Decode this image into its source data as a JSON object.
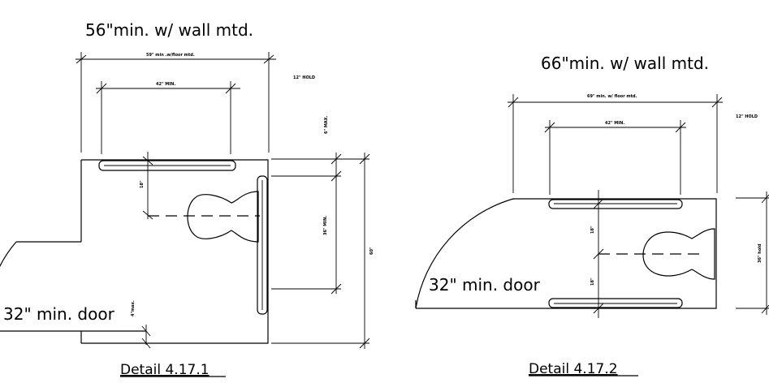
{
  "detail1": {
    "heading": "56\"min. w/ wall mtd.",
    "width_dim": "59\" min .w/floor mtd.",
    "bar_dim": "42\" MIN.",
    "hold_note": "12\" HOLD",
    "max_note": "6\" MAX.",
    "side_dim_18": "18\"",
    "side_dim_36": "36\" MIN.",
    "depth_dim": "60\"",
    "door_label": "32\" min. door",
    "wall_note": "4\"max.",
    "title": "Detail 4.17.1"
  },
  "detail2": {
    "heading": "66\"min. w/ wall mtd.",
    "width_dim": "69\" min. w/ floor mtd.",
    "bar_dim": "42\" MIN.",
    "hold_note": "12\" HOLD",
    "side_dim_upper": "18\"",
    "side_dim_lower": "18\"",
    "hold_dim": "36\" hold",
    "door_label": "32\" min. door",
    "title": "Detail 4.17.2"
  }
}
